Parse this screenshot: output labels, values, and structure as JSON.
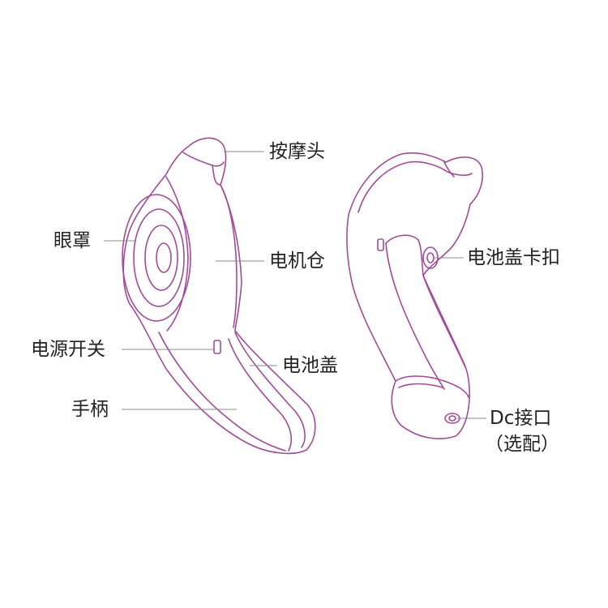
{
  "colors": {
    "outline": "#a24a9a",
    "leader": "#888888",
    "text": "#222222",
    "background": "#ffffff"
  },
  "labels": {
    "massage_head": "按摩头",
    "eye_mask": "眼罩",
    "motor_compartment": "电机仓",
    "power_switch": "电源开关",
    "battery_cover": "电池盖",
    "handle": "手柄",
    "battery_cover_clip": "电池盖卡扣",
    "dc_port": "Dc接口",
    "optional": "（选配）"
  }
}
